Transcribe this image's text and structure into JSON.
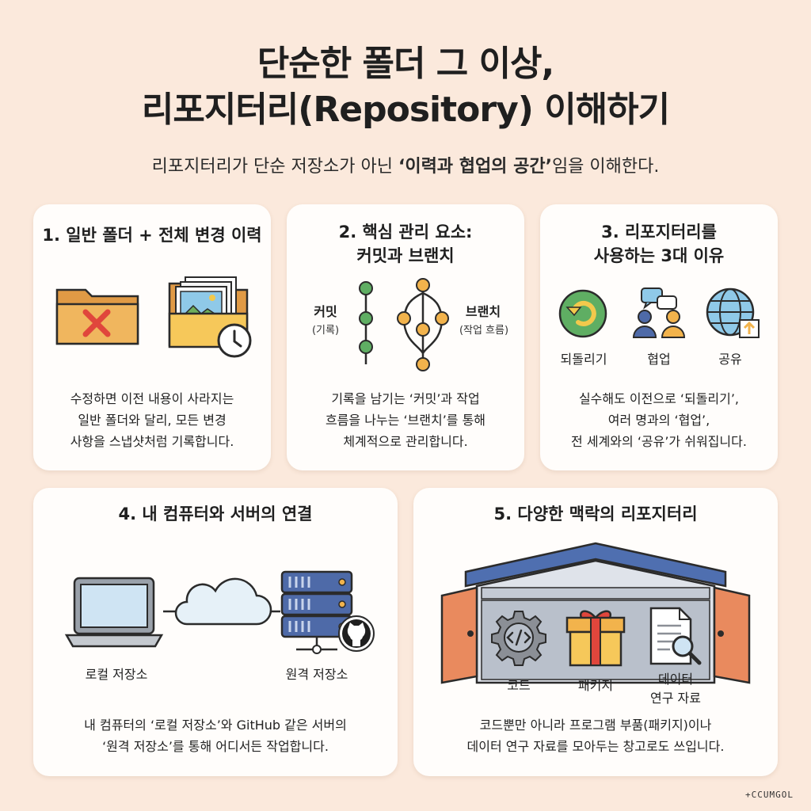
{
  "header": {
    "title_line1": "단순한 폴더 그 이상,",
    "title_line2": "리포지터리(Repository) 이해하기",
    "subtitle_pre": "리포지터리가 단순 저장소가 아닌 ",
    "subtitle_emph": "‘이력과 협업의 공간’",
    "subtitle_post": "임을 이해한다."
  },
  "card1": {
    "title": "1. 일반 폴더 + 전체 변경 이력",
    "desc_lines": [
      "수정하면 이전 내용이 사라지는",
      "일반 폴더와 달리, 모든 변경",
      "사항을 스냅샷처럼 기록합니다."
    ]
  },
  "card2": {
    "title_lines": [
      "2. 핵심 관리 요소:",
      "커밋과 브랜치"
    ],
    "commit_label": "커밋",
    "commit_sub": "(기록)",
    "branch_label": "브랜치",
    "branch_sub": "(작업 흐름)",
    "desc_lines": [
      "기록을 남기는 ‘커밋’과 작업",
      "흐름을 나누는 ‘브랜치’를 통해",
      "체계적으로 관리합니다."
    ]
  },
  "card3": {
    "title_lines": [
      "3. 리포지터리를",
      "사용하는 3대 이유"
    ],
    "reasons": [
      "되돌리기",
      "협업",
      "공유"
    ],
    "desc_lines": [
      "실수해도 이전으로 ‘되돌리기’,",
      "여러 명과의 ‘협업’,",
      "전 세계와의 ‘공유’가 쉬워집니다."
    ]
  },
  "card4": {
    "title": "4. 내 컴퓨터와 서버의 연결",
    "local_label": "로컬 저장소",
    "remote_label": "원격 저장소",
    "desc_lines": [
      "내 컴퓨터의 ‘로컬 저장소’와 GitHub 같은 서버의",
      "‘원격 저장소’를 통해 어디서든 작업합니다."
    ]
  },
  "card5": {
    "title": "5. 다양한 맥락의 리포지터리",
    "items": [
      "코드",
      "패키지",
      "데이터",
      "연구 자료"
    ],
    "desc_lines": [
      "코드뿐만 아니라 프로그램 부품(패키지)이나",
      "데이터 연구 자료를 모아두는 창고로도 쓰입니다."
    ]
  },
  "watermark": "+CCUMGOL",
  "colors": {
    "background": "#fbe9dc",
    "folder": "#e8a64e",
    "red_x": "#e0463c",
    "commit_green": "#5fae63",
    "branch_orange": "#f2b34c",
    "server_blue": "#4e6aa8",
    "roof_blue": "#4f6fb0",
    "door_orange": "#e98a5e"
  }
}
